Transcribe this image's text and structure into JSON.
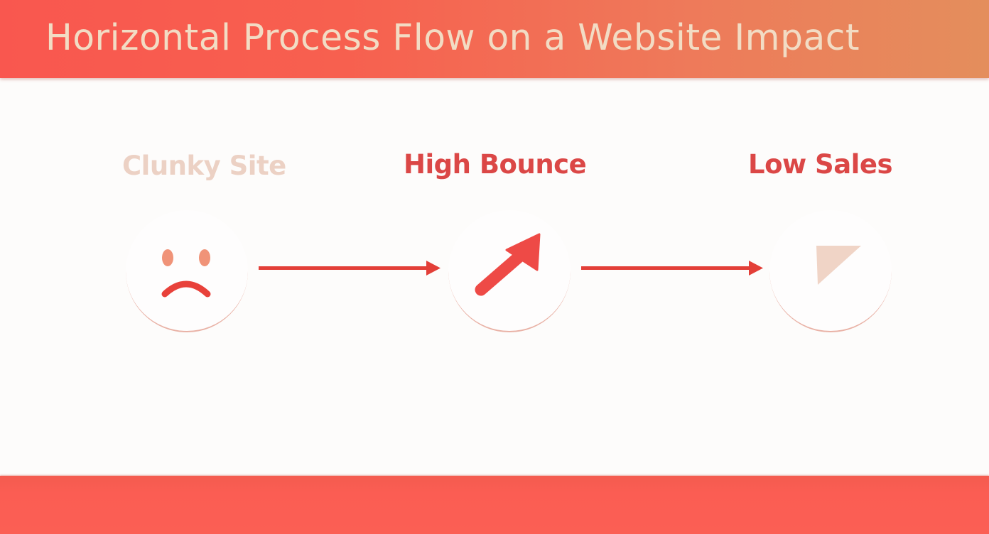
{
  "header": {
    "title": "Horizontal Process Flow on a Website Impact"
  },
  "flow": {
    "steps": [
      {
        "label": "Clunky Site",
        "icon": "sad-face-icon",
        "label_color": "#ecd1c4"
      },
      {
        "label": "High Bounce",
        "icon": "arrow-up-right-icon",
        "label_color": "#db4746"
      },
      {
        "label": "Low Sales",
        "icon": "triangle-icon",
        "label_color": "#db4746"
      }
    ],
    "connectors": [
      {
        "from": "Clunky Site",
        "to": "High Bounce",
        "icon": "arrow-right-icon"
      },
      {
        "from": "High Bounce",
        "to": "Low Sales",
        "icon": "arrow-right-icon"
      }
    ]
  },
  "colors": {
    "header_start": "#f9574f",
    "header_end": "#e48e5c",
    "title_text": "#f2dcc4",
    "accent_red": "#e8413a",
    "footer": "#fb5d53"
  }
}
